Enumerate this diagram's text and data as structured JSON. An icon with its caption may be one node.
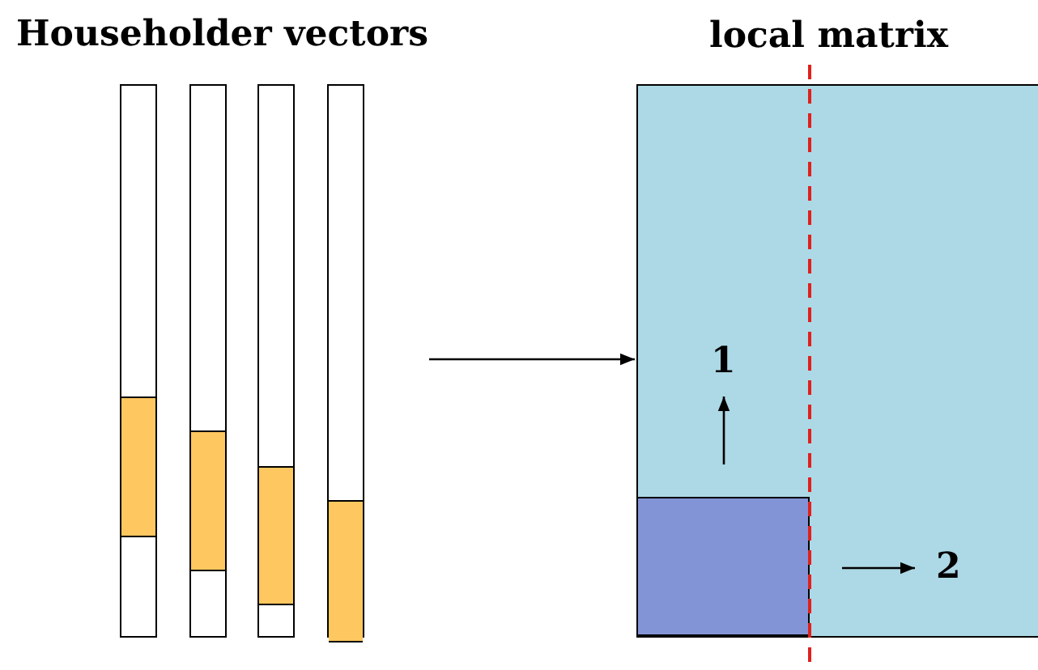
{
  "diagram": {
    "nodes": [
      {
        "text": [],
        "shape": "bar"
      },
      {
        "text": [],
        "shape": "bar"
      },
      {
        "text": [],
        "shape": "bar"
      },
      {
        "text": [],
        "shape": "bar"
      },
      {
        "text": [
          "local matrix"
        ]
      },
      {
        "text": [],
        "shape": "box",
        "in": 4
      }
    ],
    "edges": [
      {
        "from": null,
        "to": 4,
        "arrow": "to"
      }
    ],
    "labels": [
      "Householder vectors",
      "1",
      "2"
    ]
  }
}
